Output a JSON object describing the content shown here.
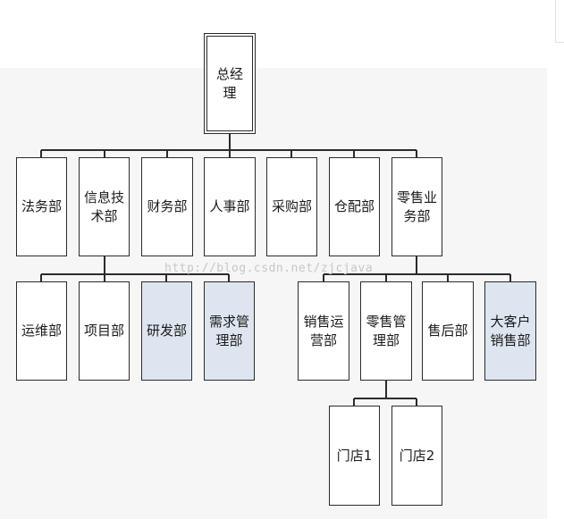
{
  "nodes": {
    "ceo": "总经理",
    "legal": "法务部",
    "it": "信息技\n术部",
    "finance": "财务部",
    "hr": "人事部",
    "purchasing": "采购部",
    "warehouse": "仓配部",
    "retail_business": "零售业\n务部",
    "ops_maintenance": "运维部",
    "projects": "项目部",
    "rnd": "研发部",
    "requirements": "需求管\n理部",
    "sales_ops": "销售运\n营部",
    "retail_mgmt": "零售管\n理部",
    "after_sales": "售后部",
    "key_accounts": "大客户\n销售部",
    "store1": "门店1",
    "store2": "门店2"
  },
  "watermark": "http://blog.csdn.net/zjcjava",
  "colors": {
    "border": "#2b2b2b",
    "highlight_fill": "#dde6f0",
    "line": "#2b2b2b"
  }
}
